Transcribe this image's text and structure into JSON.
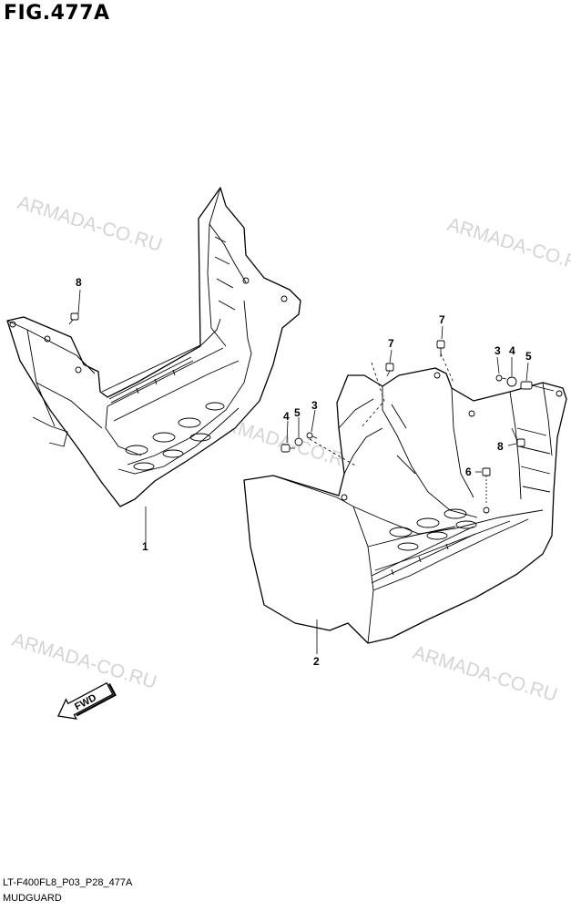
{
  "figure": {
    "title": "FIG.477A",
    "code": "LT-F400FL8_P03_P28_477A",
    "name": "MUDGUARD"
  },
  "watermark": {
    "text": "ARMADA-CO.RU",
    "color": "#d4d4d4"
  },
  "direction_arrow": {
    "label": "FWD",
    "icon": "fwd-arrow-icon"
  },
  "callouts": [
    {
      "id": "c1",
      "label": "1"
    },
    {
      "id": "c2",
      "label": "2"
    },
    {
      "id": "c3a",
      "label": "3"
    },
    {
      "id": "c4a",
      "label": "4"
    },
    {
      "id": "c5a",
      "label": "5"
    },
    {
      "id": "c3b",
      "label": "3"
    },
    {
      "id": "c4b",
      "label": "4"
    },
    {
      "id": "c5b",
      "label": "5"
    },
    {
      "id": "c6",
      "label": "6"
    },
    {
      "id": "c7a",
      "label": "7"
    },
    {
      "id": "c7b",
      "label": "7"
    },
    {
      "id": "c8a",
      "label": "8"
    },
    {
      "id": "c8b",
      "label": "8"
    }
  ],
  "parts": [
    {
      "label": "1",
      "name": "left-mudguard"
    },
    {
      "label": "2",
      "name": "right-mudguard"
    }
  ]
}
